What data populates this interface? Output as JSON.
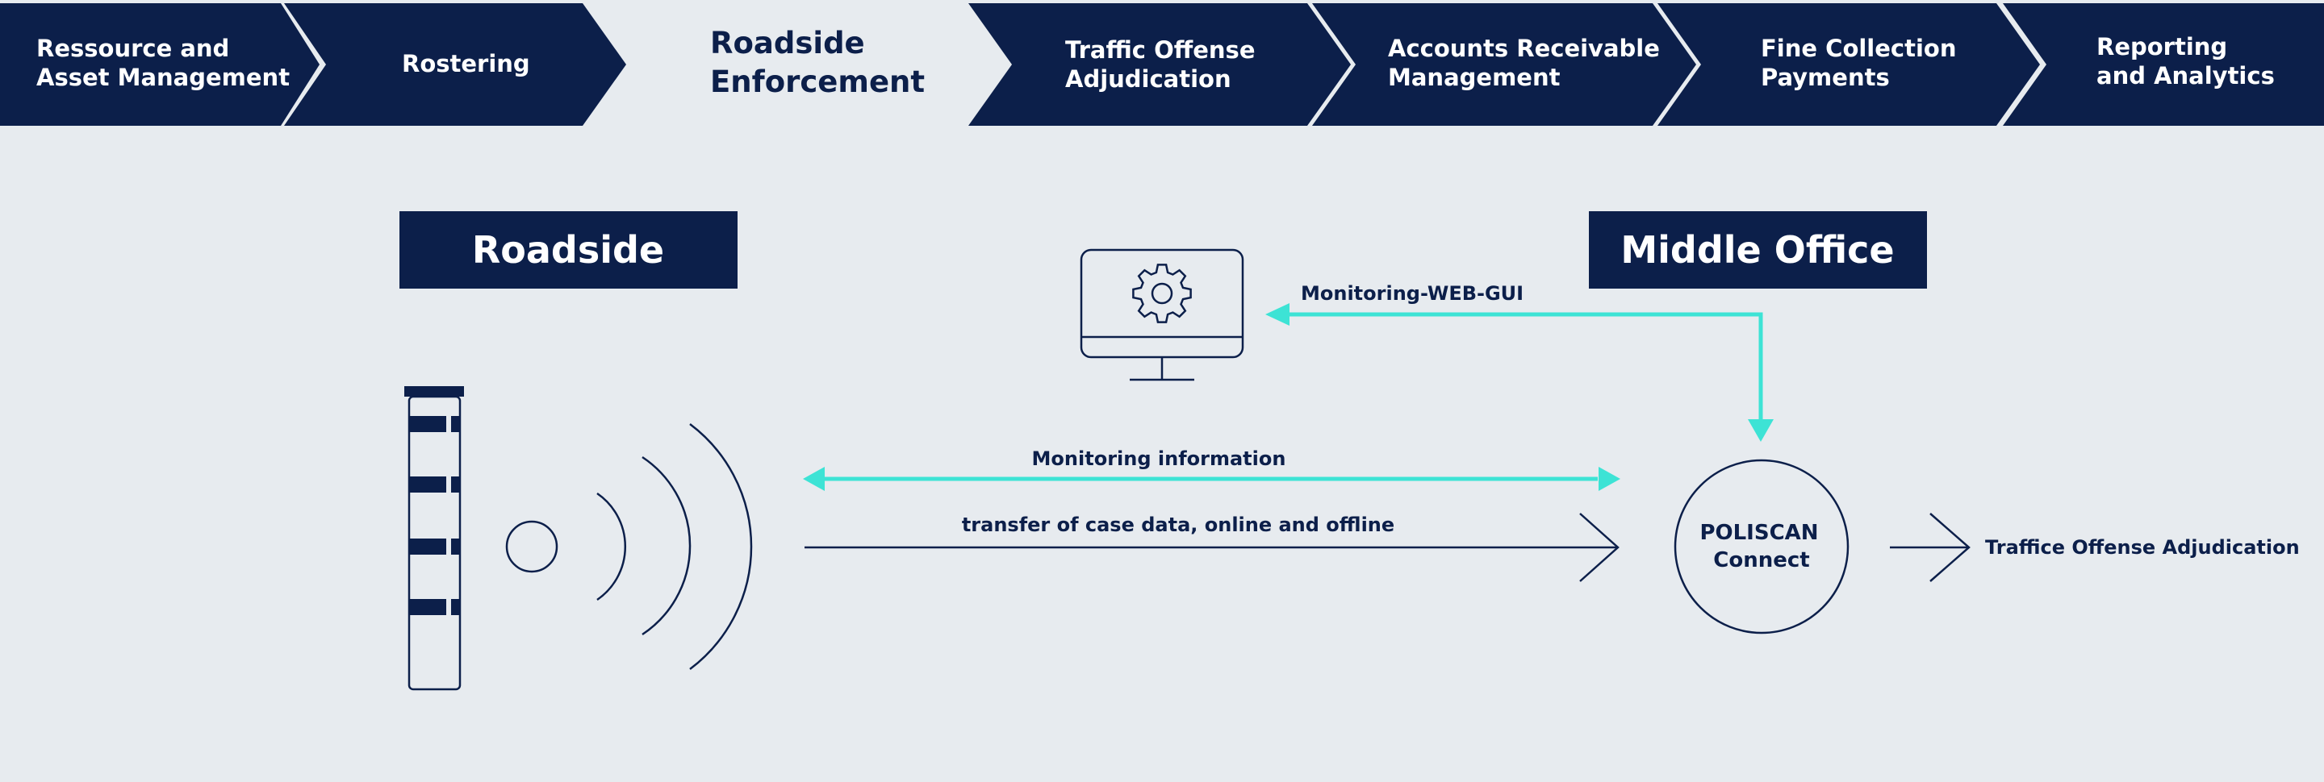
{
  "process_nav": {
    "steps": [
      {
        "lines": [
          "Ressource and",
          "Asset Management"
        ]
      },
      {
        "lines": [
          "Rostering"
        ]
      },
      {
        "lines": [
          "Roadside",
          "Enforcement"
        ],
        "active": true
      },
      {
        "lines": [
          "Traffic Offense",
          "Adjudication"
        ]
      },
      {
        "lines": [
          "Accounts Receivable",
          "Management"
        ]
      },
      {
        "lines": [
          "Fine Collection",
          "Payments"
        ]
      },
      {
        "lines": [
          "Reporting",
          "and Analytics"
        ]
      }
    ]
  },
  "diagram": {
    "roadside_title": "Roadside",
    "middle_office_title": "Middle Office",
    "monitoring_web_gui_label": "Monitoring-WEB-GUI",
    "monitoring_information_label": "Monitoring information",
    "transfer_label": "transfer of case data, online and offline",
    "poliscan_line1": "POLISCAN",
    "poliscan_line2": "Connect",
    "output_label": "Traffice Offense Adjudication"
  },
  "icons": {
    "monitor": "monitor-gear-icon",
    "enforcement_column": "enforcement-pole-icon",
    "wireless": "wireless-signal-icon"
  },
  "colors": {
    "navy": "#0c1f4a",
    "cyan": "#3de3d5",
    "background": "#e7ebef",
    "white": "#ffffff"
  }
}
